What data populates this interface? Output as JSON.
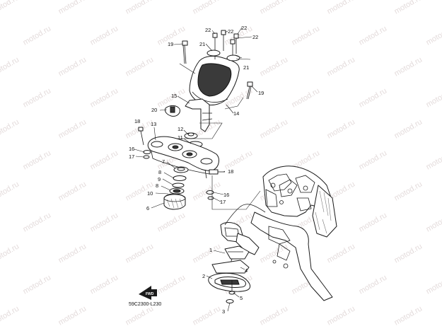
{
  "watermark": {
    "text": "motod.ru"
  },
  "diagram_code": "59C2300-L230",
  "fwd_label": "FWD",
  "callouts": [
    {
      "key": "c22a",
      "label": "22"
    },
    {
      "key": "c22b",
      "label": "22"
    },
    {
      "key": "c22c",
      "label": "22"
    },
    {
      "key": "c22d",
      "label": "22"
    },
    {
      "key": "c19a",
      "label": "19"
    },
    {
      "key": "c21a",
      "label": "21"
    },
    {
      "key": "c21b",
      "label": "21"
    },
    {
      "key": "c19b",
      "label": "19"
    },
    {
      "key": "c15",
      "label": "15"
    },
    {
      "key": "c20",
      "label": "20"
    },
    {
      "key": "c14",
      "label": "14"
    },
    {
      "key": "c13",
      "label": "13"
    },
    {
      "key": "c12",
      "label": "12"
    },
    {
      "key": "c11",
      "label": "11"
    },
    {
      "key": "c18a",
      "label": "18"
    },
    {
      "key": "c16a",
      "label": "16"
    },
    {
      "key": "c17a",
      "label": "17"
    },
    {
      "key": "c7",
      "label": "7"
    },
    {
      "key": "c8a",
      "label": "8"
    },
    {
      "key": "c9",
      "label": "9"
    },
    {
      "key": "c8b",
      "label": "8"
    },
    {
      "key": "c10",
      "label": "10"
    },
    {
      "key": "c6",
      "label": "6"
    },
    {
      "key": "c18b",
      "label": "18"
    },
    {
      "key": "c16b",
      "label": "16"
    },
    {
      "key": "c17b",
      "label": "17"
    },
    {
      "key": "c1",
      "label": "1"
    },
    {
      "key": "c4",
      "label": "4"
    },
    {
      "key": "c2",
      "label": "2"
    },
    {
      "key": "c5",
      "label": "5"
    },
    {
      "key": "c3",
      "label": "3"
    }
  ]
}
